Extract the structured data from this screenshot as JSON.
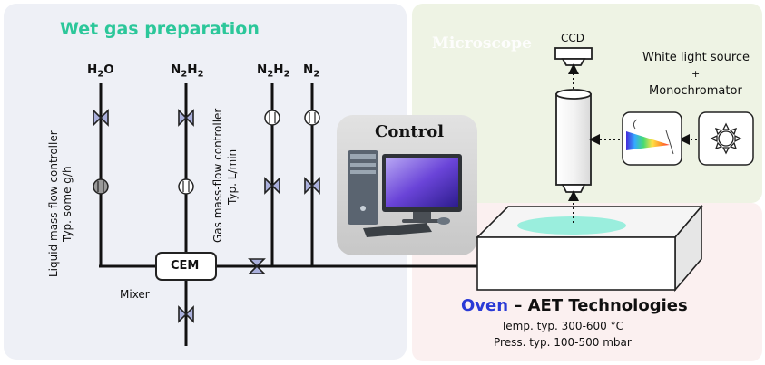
{
  "panels": {
    "wet_gas_title": "Wet gas preparation",
    "microscope_title": "Microscope",
    "control_title": "Control"
  },
  "gas_lines": {
    "line1": {
      "base": "H",
      "sub1": "2",
      "rest": "O"
    },
    "line2": {
      "base": "N",
      "sub1": "2",
      "mid": "H",
      "sub2": "2"
    },
    "line3": {
      "base": "N",
      "sub1": "2",
      "mid": "H",
      "sub2": "2"
    },
    "line4": {
      "base": "N",
      "sub1": "2"
    }
  },
  "labels": {
    "liquid_controller_1": "Liquid mass-flow controller",
    "liquid_controller_2": "Typ. some g/h",
    "gas_controller_1": "Gas mass-flow controller",
    "gas_controller_2": "Typ. L/min",
    "cem": "CEM",
    "mixer": "Mixer",
    "ccd": "CCD",
    "light_source_1": "White light source",
    "light_source_2": "+",
    "light_source_3": "Monochromator"
  },
  "oven": {
    "name": "Oven",
    "dash": "–",
    "company": "AET Technologies",
    "temp": "Temp. typ. 300-600 °C",
    "press": "Press. typ. 100-500 mbar"
  },
  "colors": {
    "wet_gas_panel": "#eef0f6",
    "microscope_panel": "#eef3e4",
    "oven_panel": "#fbf0f0",
    "control_panel": "#d4d4d4",
    "title_green": "#2cc79a",
    "oven_blue": "#2a3ad6",
    "valve_fill": "#aab0dc",
    "sample_cyan": "#9aeedd"
  }
}
